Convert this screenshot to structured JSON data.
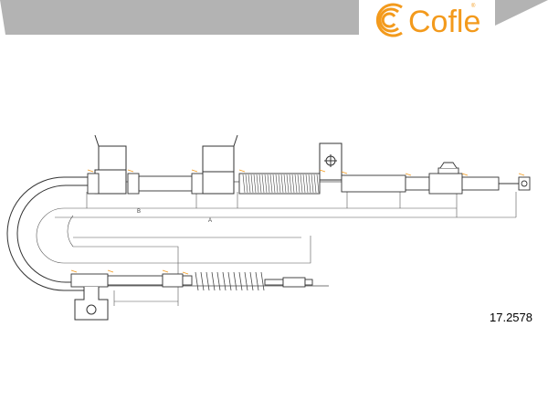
{
  "brand": {
    "name": "Cofle",
    "registered": "®",
    "color": "#f39a1c",
    "band_color": "#b3b3b3"
  },
  "part_number": "17.2578",
  "dimension_labels": {
    "short": "B",
    "long": "A"
  }
}
